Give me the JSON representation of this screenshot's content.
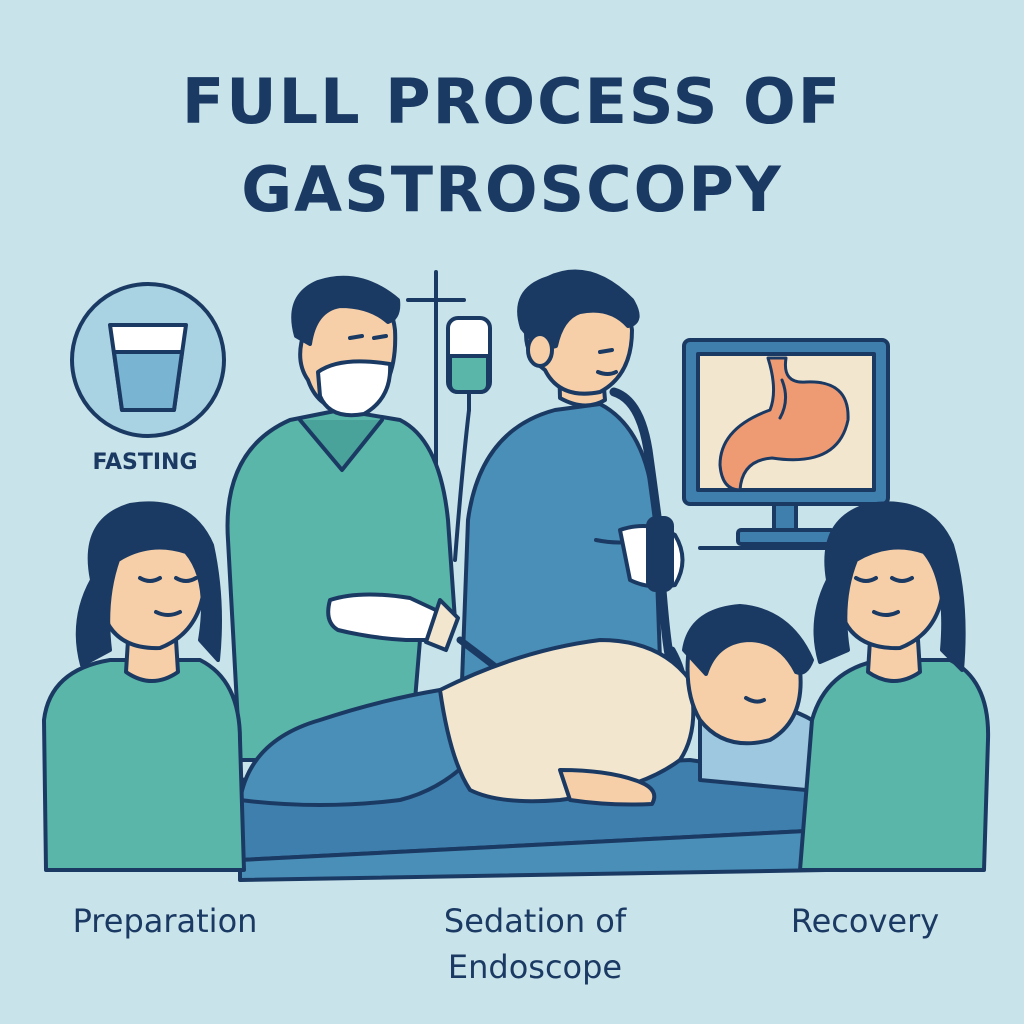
{
  "title": {
    "line1": "FULL PROCESS OF",
    "line2": "GASTROSCOPY"
  },
  "fasting": {
    "label": "FASTING",
    "icon": "water-glass-icon"
  },
  "steps": [
    {
      "label": "Preparation"
    },
    {
      "label_line1": "Sedation of",
      "label_line2": "Endoscope"
    },
    {
      "label": "Recovery"
    }
  ],
  "colors": {
    "background": "#c9e3ea",
    "text": "#1b3a63",
    "outline": "#1b3a63",
    "teal_scrubs": "#5bb6aa",
    "blue_scrubs": "#4a8fb8",
    "skin": "#f6cfa8",
    "stomach": "#ee9a73",
    "patient_shirt": "#f3e6cf"
  }
}
